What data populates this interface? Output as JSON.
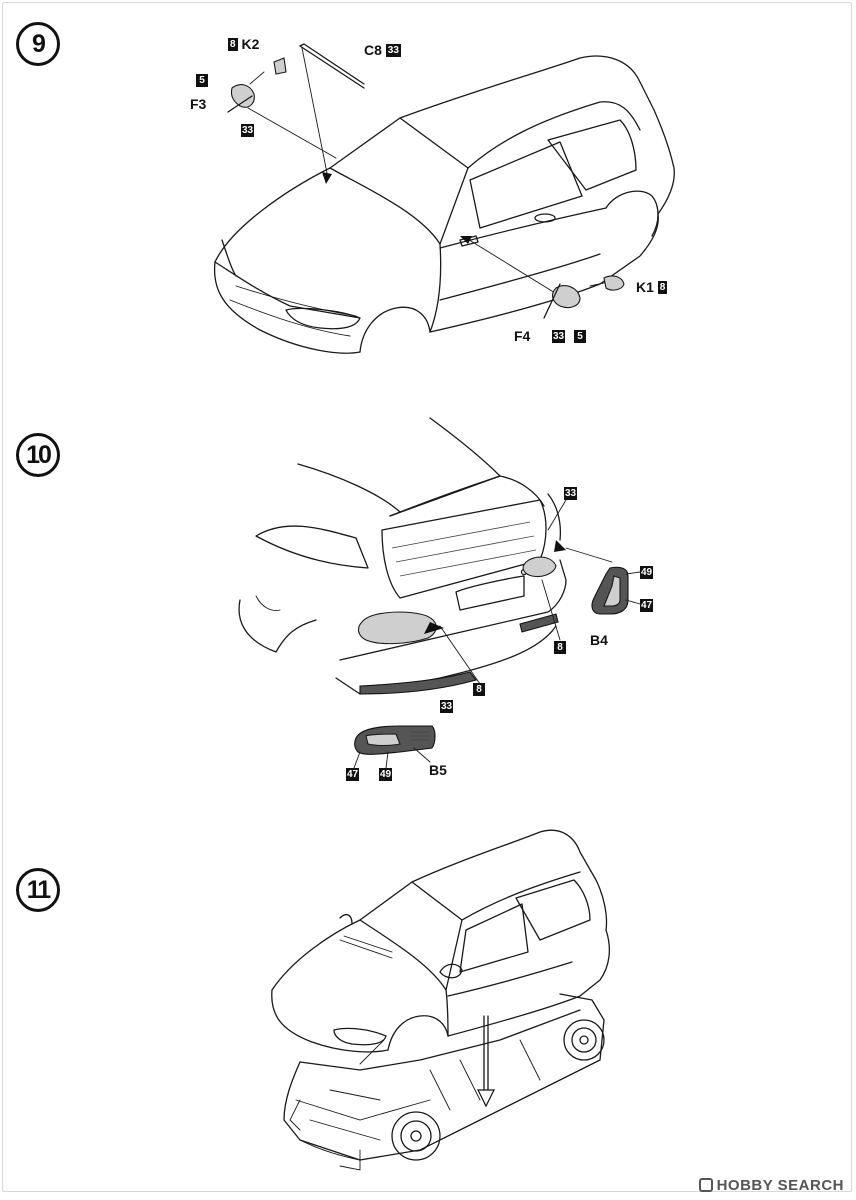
{
  "steps": [
    {
      "number": "9",
      "labels": {
        "k2": "K2",
        "k2_code": "8",
        "c8": "C8",
        "c8_code": "33",
        "f3_code_top": "5",
        "f3": "F3",
        "f3_code_bottom": "33",
        "k1": "K1",
        "k1_code": "8",
        "f4": "F4",
        "f4_code_a": "33",
        "f4_code_b": "5"
      }
    },
    {
      "number": "10",
      "labels": {
        "c33_top": "33",
        "b4_code_a": "49",
        "b4_code_b": "47",
        "b4": "B4",
        "c8_right": "8",
        "c8_mid": "8",
        "c33_bottom": "33",
        "b5_code_a": "47",
        "b5_code_b": "49",
        "b5": "B5"
      }
    },
    {
      "number": "11"
    }
  ],
  "watermark": {
    "text": "HOBBY SEARCH",
    "icon": "hobbysearch-logo-icon"
  }
}
